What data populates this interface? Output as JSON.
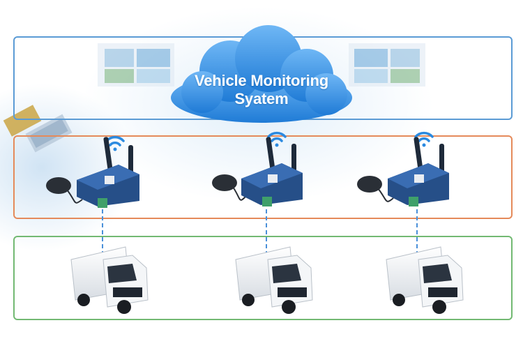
{
  "cloud": {
    "title_line1": "Vehicle Monitoring",
    "title_line2": "Syatem"
  },
  "routers": [
    {
      "id": "router-1",
      "wifi_icon": "wifi-icon"
    },
    {
      "id": "router-2",
      "wifi_icon": "wifi-icon"
    },
    {
      "id": "router-3",
      "wifi_icon": "wifi-icon"
    }
  ],
  "vehicles": [
    {
      "id": "truck-1",
      "icon": "truck-icon"
    },
    {
      "id": "truck-2",
      "icon": "truck-icon"
    },
    {
      "id": "truck-3",
      "icon": "truck-icon"
    }
  ],
  "colors": {
    "cloud_band": "#5b9bd5",
    "router_band": "#e58a5a",
    "vehicle_band": "#72b972",
    "cloud_fill": "#2f8fe0",
    "wifi": "#2b8ae0",
    "router_body": "#2a5a9a",
    "connector_dash": "#4a90d9"
  }
}
